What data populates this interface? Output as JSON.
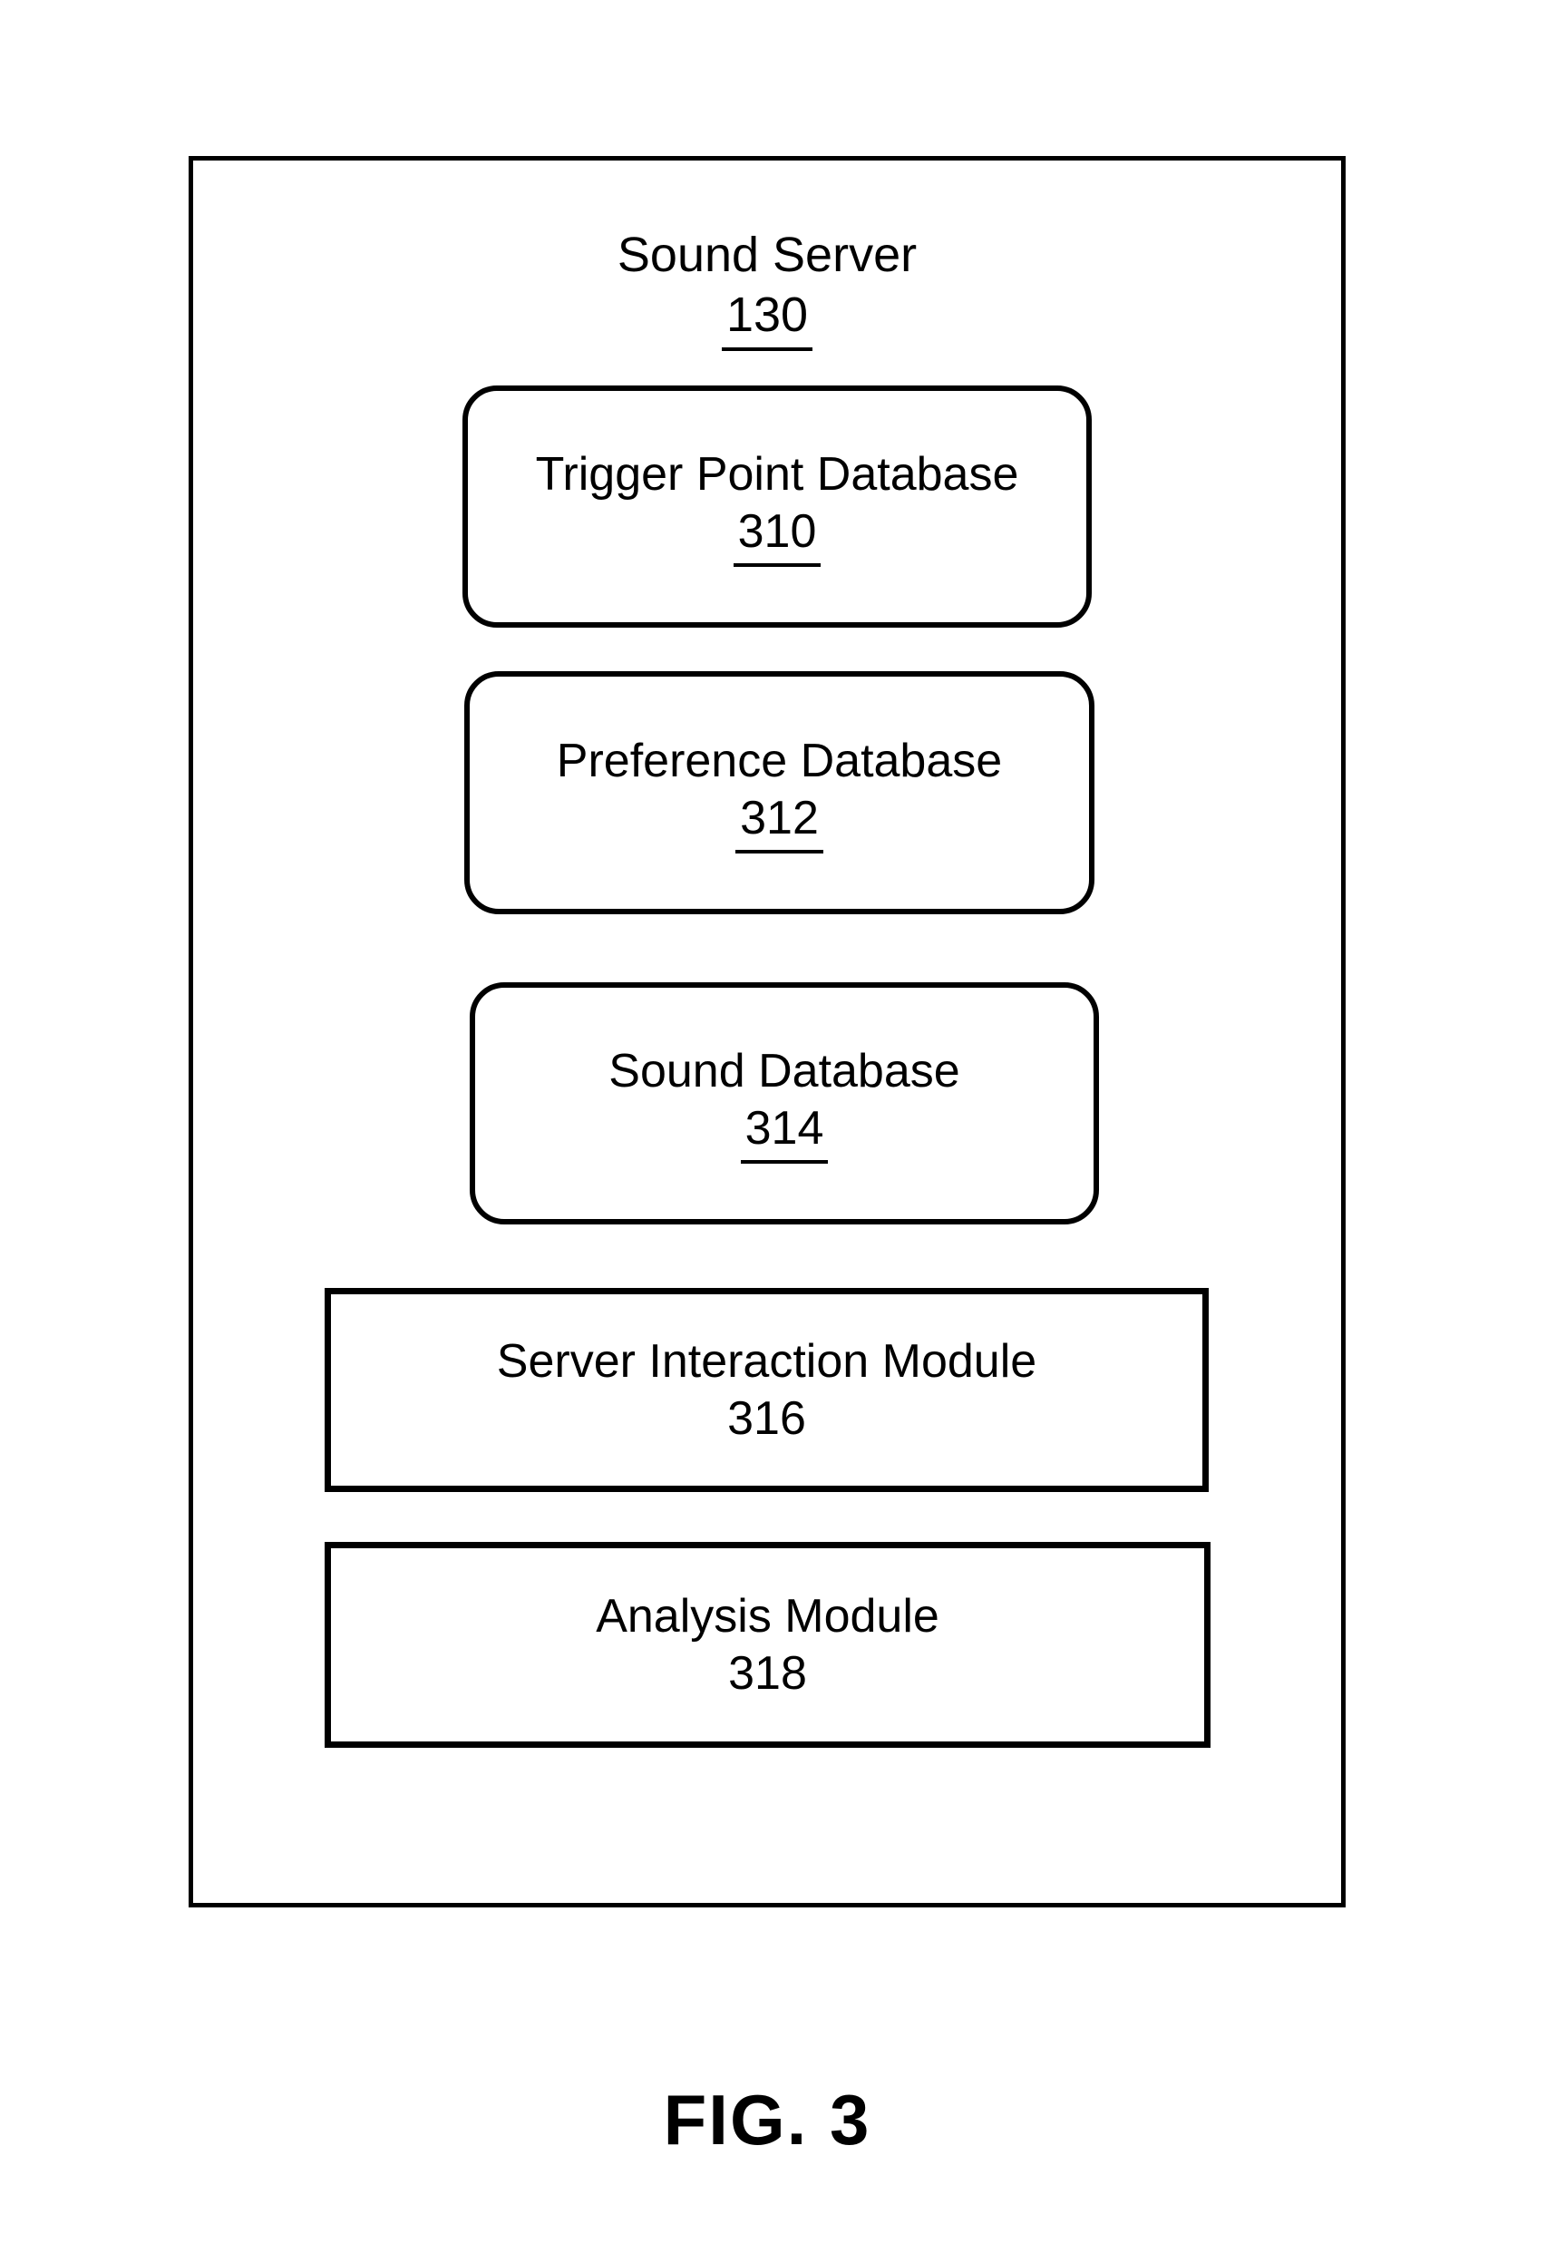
{
  "colors": {
    "ink": "#000000",
    "paper": "#ffffff"
  },
  "header": {
    "title": "Sound Server",
    "number": "130"
  },
  "boxes": [
    {
      "label": "Trigger Point Database",
      "number": "310"
    },
    {
      "label": "Preference Database",
      "number": "312"
    },
    {
      "label": "Sound Database",
      "number": "314"
    },
    {
      "label": "Server Interaction Module",
      "number": "316"
    },
    {
      "label": "Analysis Module",
      "number": "318"
    }
  ],
  "caption": "FIG. 3"
}
